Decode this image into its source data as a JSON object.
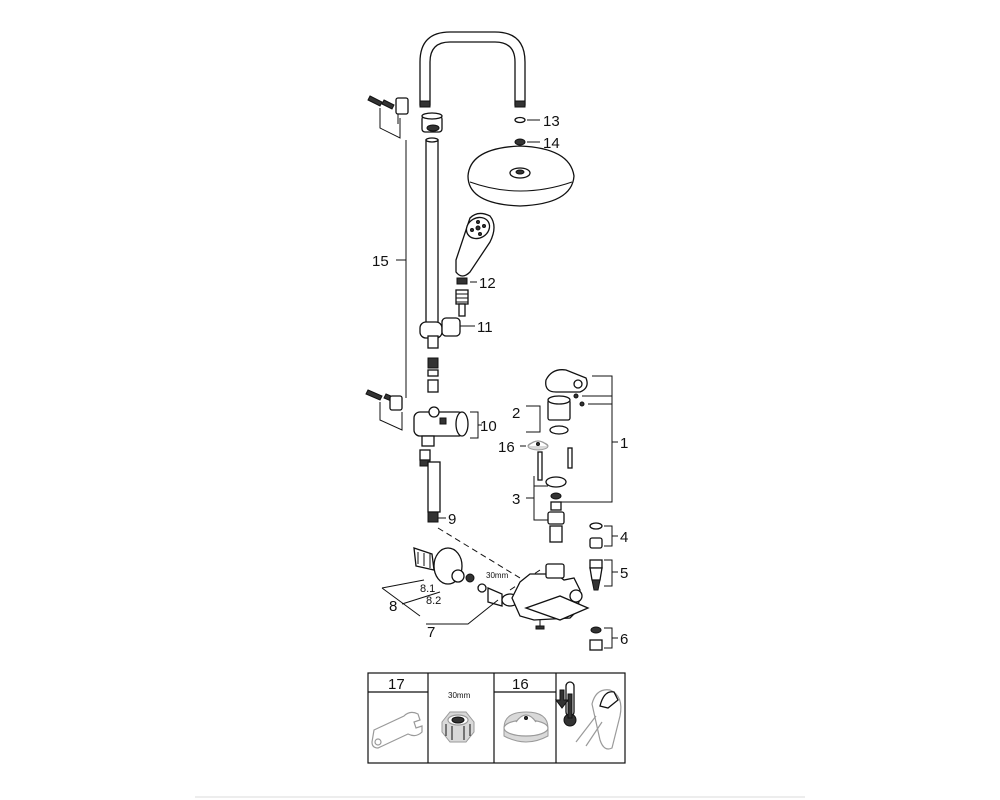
{
  "labels": {
    "l1": "1",
    "l2": "2",
    "l3": "3",
    "l4": "4",
    "l5": "5",
    "l6": "6",
    "l7": "7",
    "l8": "8",
    "l8_1": "8.1",
    "l8_2": "8.2",
    "l9": "9",
    "l10": "10",
    "l11": "11",
    "l12": "12",
    "l13": "13",
    "l14": "14",
    "l15": "15",
    "l16": "16",
    "size_30mm": "30mm"
  },
  "tools_panel": {
    "wrench_no": "17",
    "size_label": "30mm",
    "tool_16_no": "16"
  },
  "icons": [
    "wrench-icon",
    "nut-icon",
    "cartridge-tool-icon",
    "temperature-lever-icon"
  ]
}
